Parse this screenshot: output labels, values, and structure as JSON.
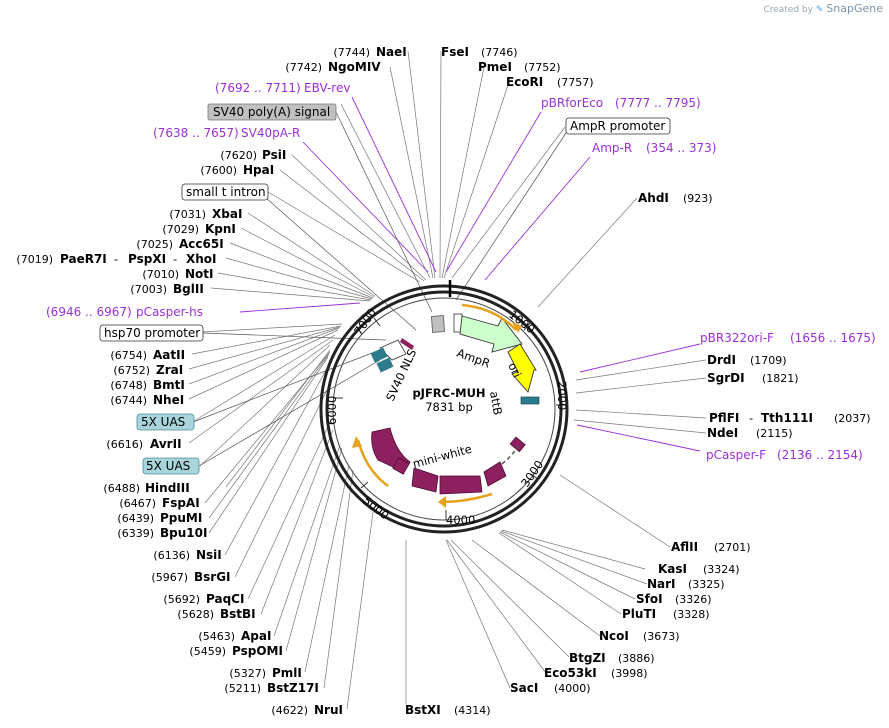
{
  "credit": {
    "prefix": "Created by",
    "brand": "SnapGene"
  },
  "plasmid": {
    "name": "pJFRC-MUH",
    "size_label": "7831 bp"
  },
  "ticks": [
    "1000",
    "2000",
    "3000",
    "4000",
    "5000",
    "6000",
    "7000"
  ],
  "enzymes_left": [
    {
      "pos": "(7744)",
      "name": "NaeI"
    },
    {
      "pos": "(7742)",
      "name": "NgoMIV"
    },
    {
      "pos": "(7620)",
      "name": "PsiI"
    },
    {
      "pos": "(7600)",
      "name": "HpaI"
    },
    {
      "pos": "(7031)",
      "name": "XbaI"
    },
    {
      "pos": "(7029)",
      "name": "KpnI"
    },
    {
      "pos": "(7025)",
      "name": "Acc65I"
    },
    {
      "pos": "(7010)",
      "name": "NotI"
    },
    {
      "pos": "(7003)",
      "name": "BglII"
    },
    {
      "pos": "(6754)",
      "name": "AatII"
    },
    {
      "pos": "(6752)",
      "name": "ZraI"
    },
    {
      "pos": "(6748)",
      "name": "BmtI"
    },
    {
      "pos": "(6744)",
      "name": "NheI"
    },
    {
      "pos": "(6616)",
      "name": "AvrII"
    },
    {
      "pos": "(6488)",
      "name": "HindIII"
    },
    {
      "pos": "(6467)",
      "name": "FspAI"
    },
    {
      "pos": "(6439)",
      "name": "PpuMI"
    },
    {
      "pos": "(6339)",
      "name": "Bpu10I"
    },
    {
      "pos": "(6136)",
      "name": "NsiI"
    },
    {
      "pos": "(5967)",
      "name": "BsrGI"
    },
    {
      "pos": "(5692)",
      "name": "PaqCI"
    },
    {
      "pos": "(5628)",
      "name": "BstBI"
    },
    {
      "pos": "(5463)",
      "name": "ApaI"
    },
    {
      "pos": "(5459)",
      "name": "PspOMI"
    },
    {
      "pos": "(5327)",
      "name": "PmlI"
    },
    {
      "pos": "(5211)",
      "name": "BstZ17I"
    },
    {
      "pos": "(4622)",
      "name": "NruI"
    }
  ],
  "enzyme_multi": {
    "pos": "(7019)",
    "names": [
      "PaeR7I",
      "PspXI",
      "XhoI"
    ]
  },
  "enzymes_right": [
    {
      "name": "FseI",
      "pos": "(7746)"
    },
    {
      "name": "PmeI",
      "pos": "(7752)"
    },
    {
      "name": "EcoRI",
      "pos": "(7757)"
    },
    {
      "name": "AhdI",
      "pos": "(923)"
    },
    {
      "name": "DrdI",
      "pos": "(1709)"
    },
    {
      "name": "SgrDI",
      "pos": "(1821)"
    },
    {
      "name": "NdeI",
      "pos": "(2115)"
    },
    {
      "name": "AflII",
      "pos": "(2701)"
    },
    {
      "name": "KasI",
      "pos": "(3324)"
    },
    {
      "name": "NarI",
      "pos": "(3325)"
    },
    {
      "name": "SfoI",
      "pos": "(3326)"
    },
    {
      "name": "PluTI",
      "pos": "(3328)"
    },
    {
      "name": "NcoI",
      "pos": "(3673)"
    },
    {
      "name": "BtgZI",
      "pos": "(3886)"
    },
    {
      "name": "Eco53kI",
      "pos": "(3998)"
    },
    {
      "name": "SacI",
      "pos": "(4000)"
    },
    {
      "name": "BstXI",
      "pos": "(4314)"
    }
  ],
  "enzyme_pair": {
    "names": [
      "PflFI",
      "Tth111I"
    ],
    "pos": "(2037)"
  },
  "primers": [
    {
      "pos": "(7692 .. 7711)",
      "name": "EBV-rev"
    },
    {
      "pos": "(7638 .. 7657)",
      "name": "SV40pA-R"
    },
    {
      "pos": "(6946 .. 6967)",
      "name": "pCasper-hs"
    },
    {
      "name": "pBRforEco",
      "pos": "(7777 .. 7795)"
    },
    {
      "name": "Amp-R",
      "pos": "(354 .. 373)"
    },
    {
      "name": "pBR322ori-F",
      "pos": "(1656 .. 1675)"
    },
    {
      "name": "pCasper-F",
      "pos": "(2136 .. 2154)"
    }
  ],
  "feature_boxes": [
    {
      "text": "SV40 poly(A) signal",
      "style": "gray"
    },
    {
      "text": "small t intron",
      "style": "white"
    },
    {
      "text": "hsp70 promoter",
      "style": "white"
    },
    {
      "text": "5X UAS",
      "style": "teal"
    },
    {
      "text": "5X UAS",
      "style": "teal"
    },
    {
      "text": "AmpR promoter",
      "style": "white"
    }
  ],
  "inner_labels": [
    "AmpR",
    "ori",
    "attB",
    "SV40 NLS",
    "mini-white"
  ],
  "colors": {
    "ampr": "#ccffcc",
    "ori": "#ffff00",
    "attb": "#2b7b8c",
    "mini_white": "#8e2060",
    "orange_arrow": "#e6a21c",
    "gray_box": "#c0c0c0",
    "teal_box": "#a8d4dc",
    "primer": "#9b30d9"
  }
}
